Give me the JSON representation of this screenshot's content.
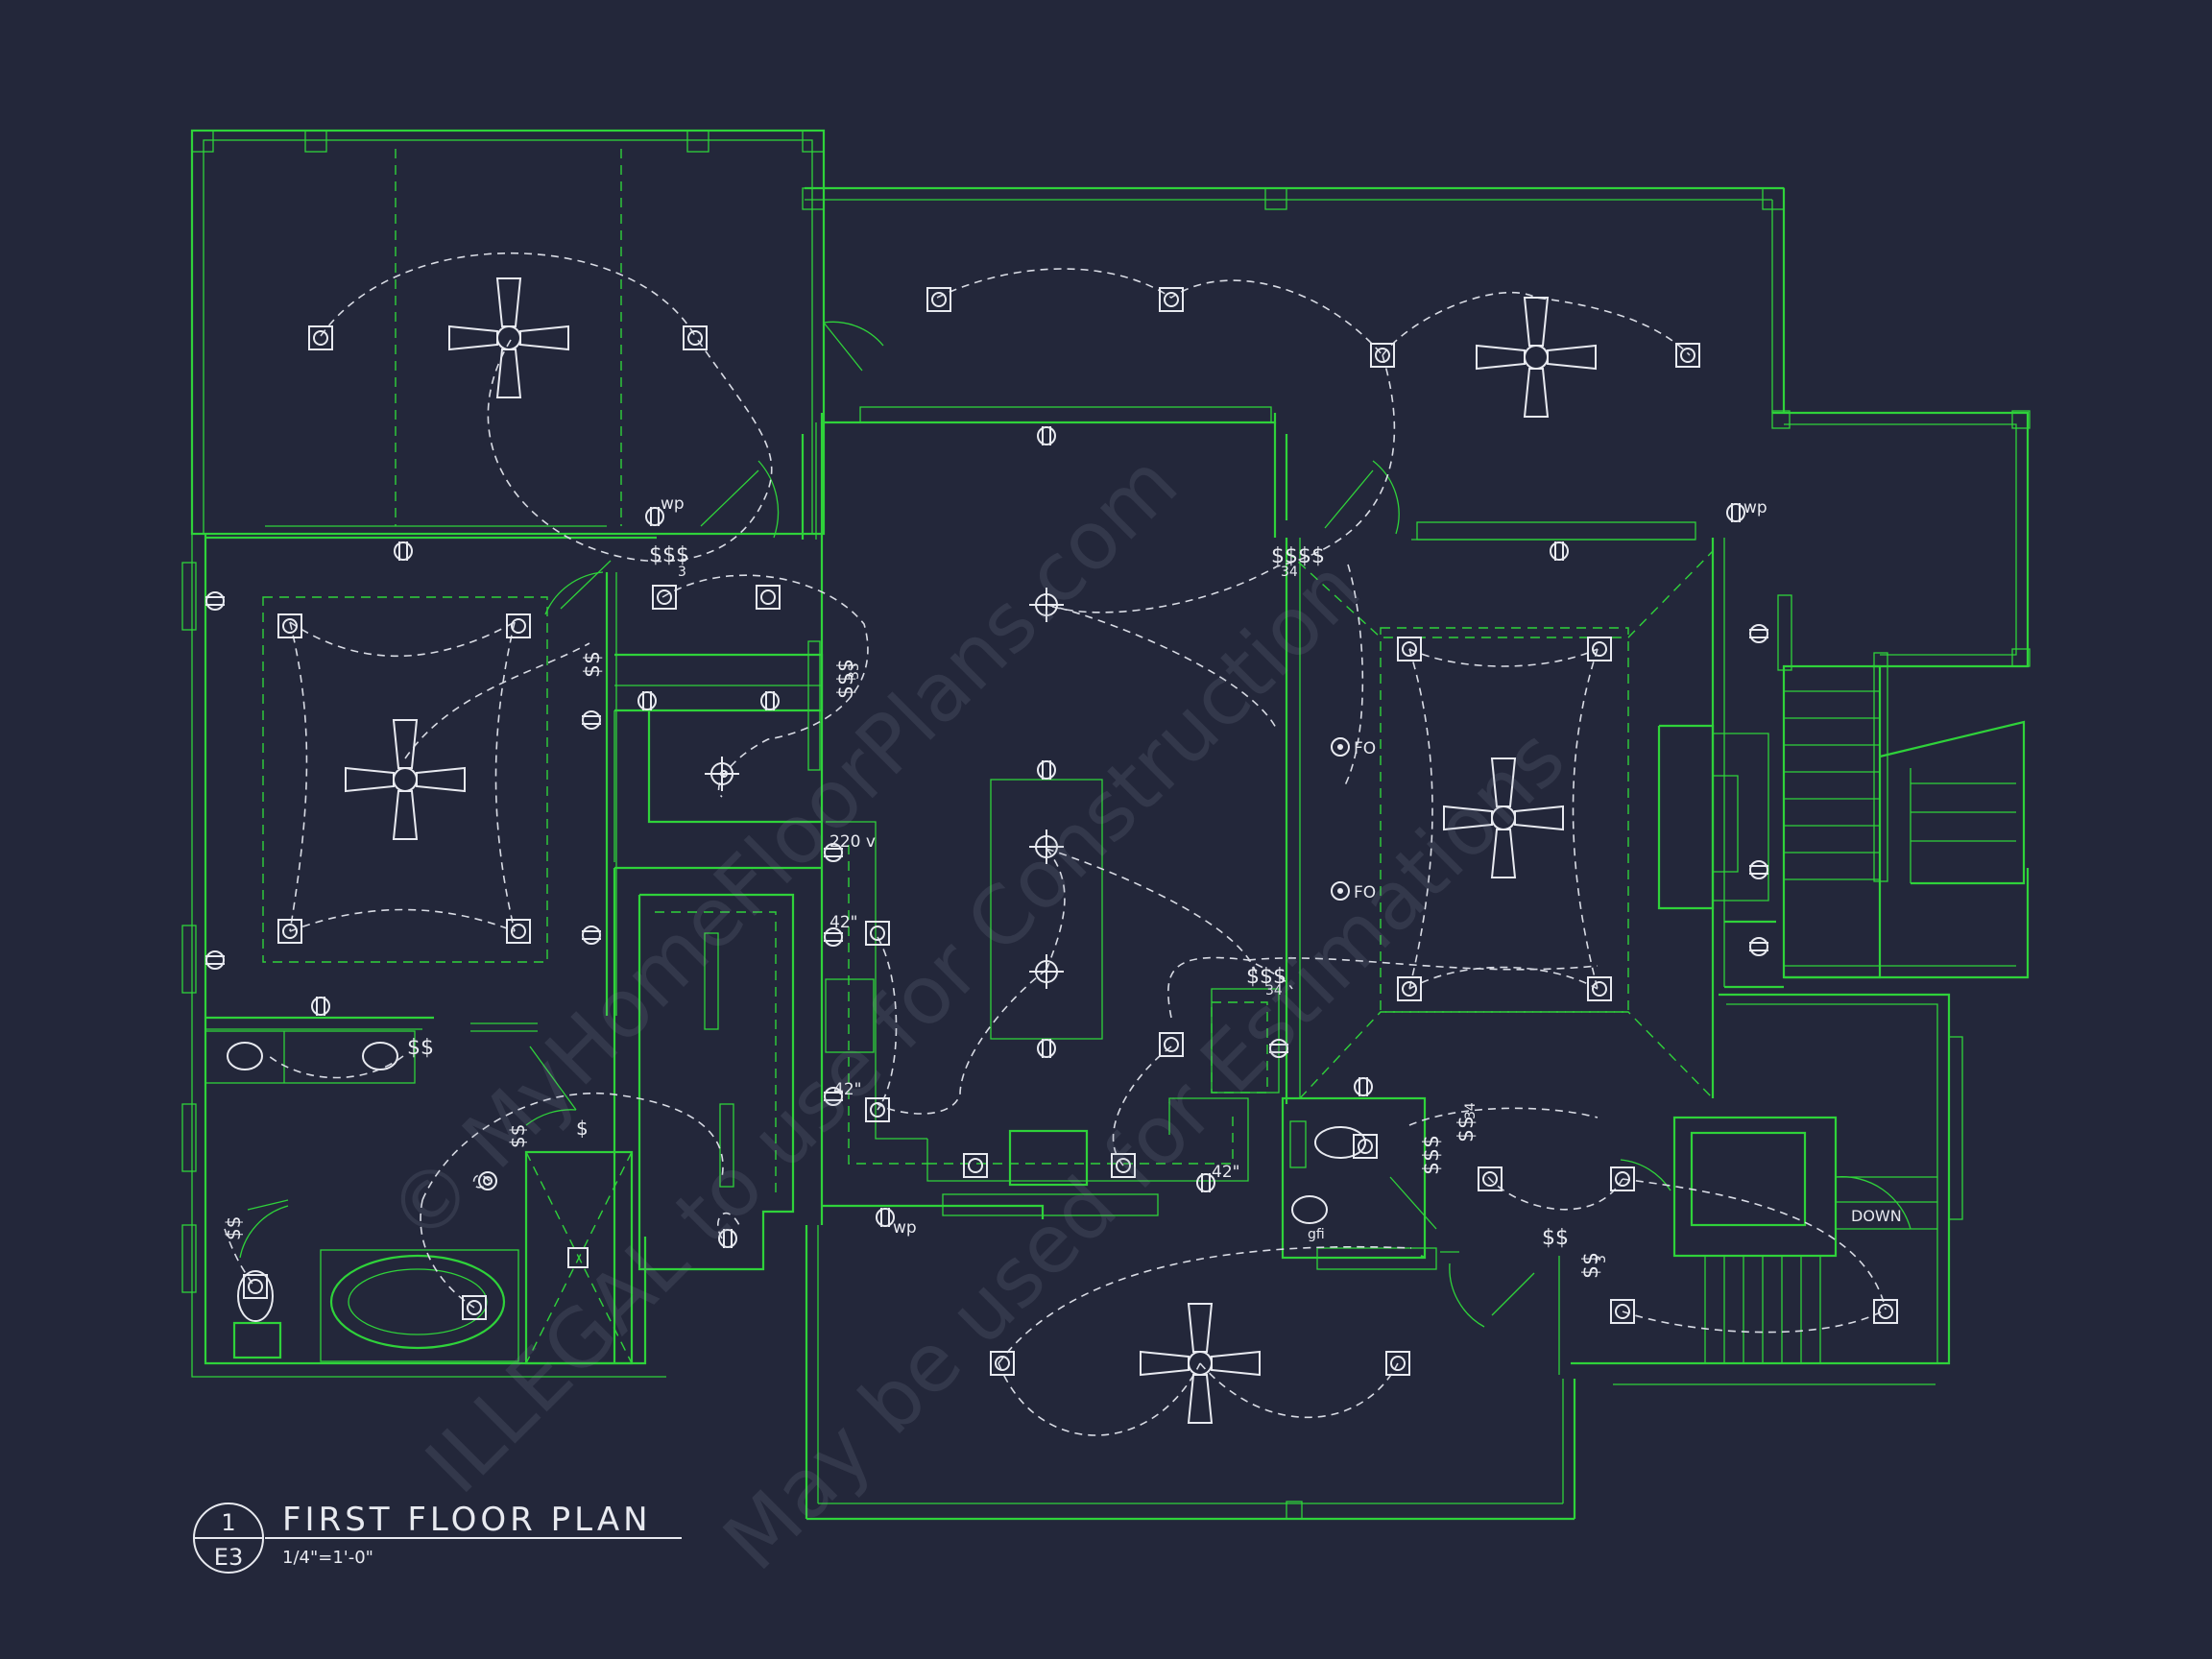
{
  "title_block": {
    "detail_number": "1",
    "sheet": "E3",
    "title": "FIRST FLOOR PLAN",
    "scale": "1/4\"=1'-0\""
  },
  "watermark": {
    "line1": "© MyHomeFloorPlans.com",
    "line2": "ILLEGAL to use for Construction",
    "line3": "May be used for Estimations"
  },
  "plan_labels": {
    "wp1": "wp",
    "wp2": "wp",
    "wp3": "wp",
    "sw_sss_3": "$$$",
    "sub_3a": "3",
    "sw_ss_a": "$$",
    "sw_sss_33": "$$$",
    "sub_33": "33",
    "sw_ssss": "$$$$",
    "sub_34a": "34",
    "v220": "220 v",
    "h42a": "42\"",
    "h42b": "42\"",
    "h42c": "42\"",
    "sw_sss_34": "$$$",
    "sub_34b": "34",
    "sw_ss_b": "$$",
    "sw_ss_c": "$$",
    "sw_s": "$",
    "sw_ss_d": "$$",
    "sw_ss_34": "$$",
    "sub_34c": "34",
    "sw_sss_e": "$$$",
    "sw_ss_f": "$$",
    "sw_ss_33b": "$$",
    "sub_33b": "3",
    "fo1": "FO",
    "fo2": "FO",
    "down": "DOWN",
    "gfi": "gfi"
  },
  "colors": {
    "background": "#23273a",
    "walls": "#2fd23a",
    "fixtures": "#e8eaf0",
    "wiring": "#d8dbe4"
  },
  "icons": [
    "ceiling-fan-icon",
    "recessed-light-icon",
    "duplex-outlet-icon",
    "floor-outlet-icon",
    "wall-light-icon"
  ]
}
